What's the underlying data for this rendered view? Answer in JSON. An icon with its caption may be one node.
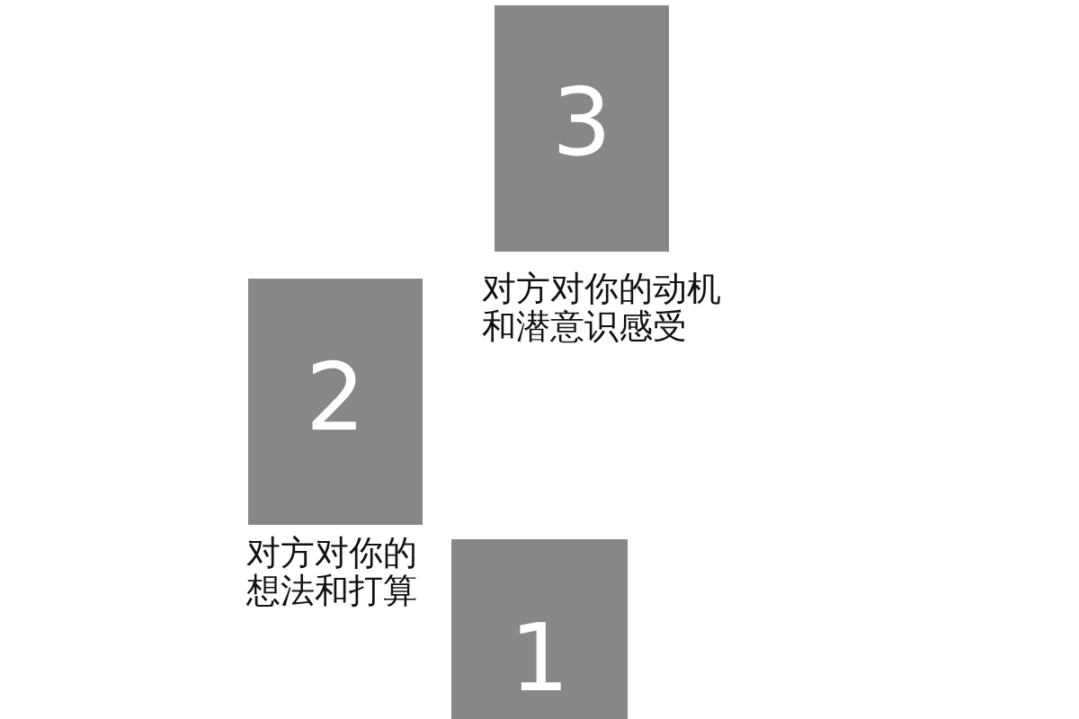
{
  "diagram": {
    "nodes": [
      {
        "text": [
          "3"
        ],
        "beside": [
          "对方对你的动机和潜意识感受"
        ]
      },
      {
        "text": [
          "2"
        ],
        "beside": [
          "对方对你的想法和打算"
        ]
      },
      {
        "text": [
          "1"
        ]
      }
    ]
  }
}
